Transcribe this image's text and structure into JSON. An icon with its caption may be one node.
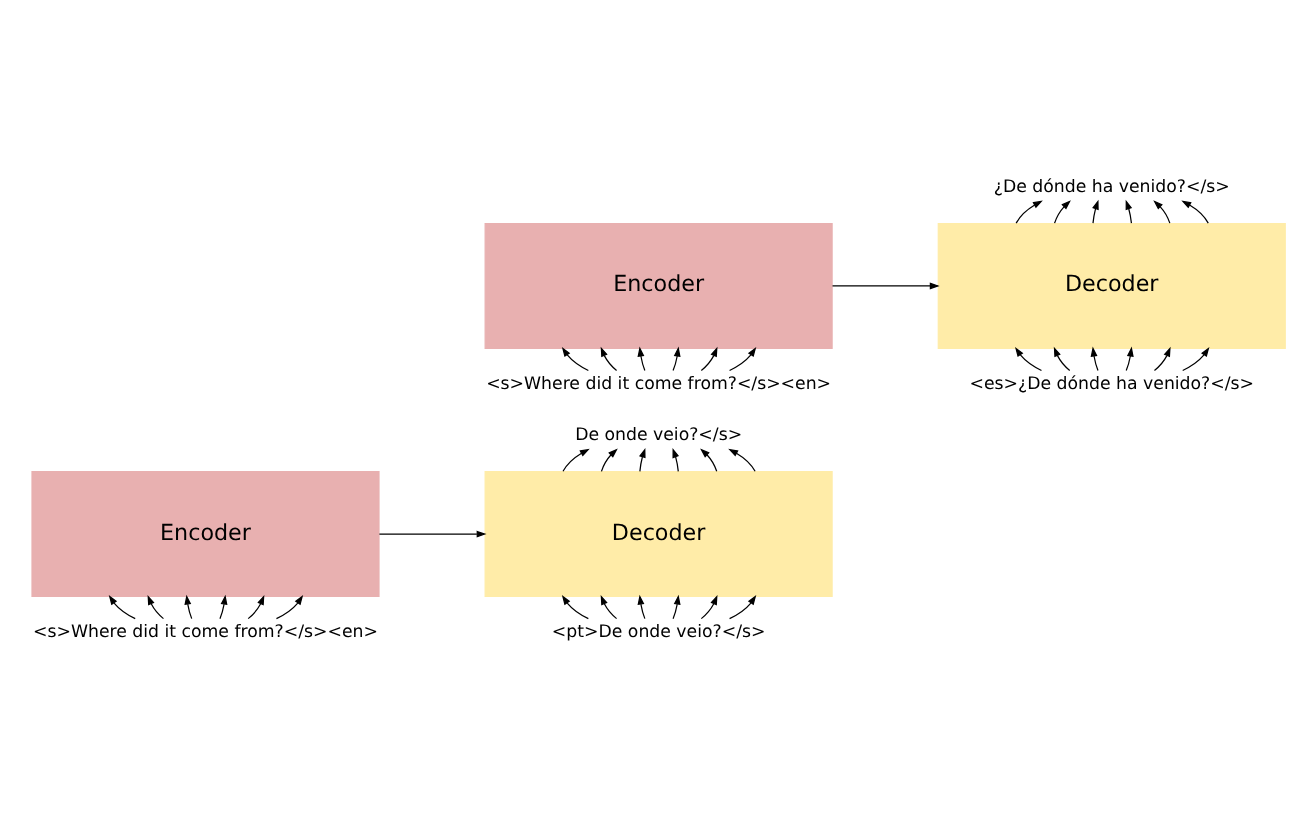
{
  "diagram": {
    "nodes": [
      {
        "text": [
          "Encoder"
        ]
      },
      {
        "text": [
          "Decoder"
        ]
      },
      {
        "text": [
          "<s>Where did it come from?</s><en>"
        ]
      },
      {
        "text": [
          "<es>¿De dónde ha venido?</s>"
        ]
      },
      {
        "text": [
          "¿De dónde ha venido?</s>"
        ]
      },
      {
        "text": [
          "Encoder"
        ]
      },
      {
        "text": [
          "Decoder"
        ]
      },
      {
        "text": [
          "<s>Where did it come from?</s><en>"
        ]
      },
      {
        "text": [
          "<pt>De onde veio?</s>"
        ]
      },
      {
        "text": [
          "De onde veio?</s>"
        ]
      }
    ],
    "edges": [
      {
        "from": 0,
        "to": 1,
        "arrow": "to"
      },
      {
        "from": 2,
        "to": 0,
        "arrow": "to"
      },
      {
        "from": 2,
        "to": 0,
        "arrow": "to"
      },
      {
        "from": 2,
        "to": 0,
        "arrow": "to"
      },
      {
        "from": 2,
        "to": 0,
        "arrow": "to"
      },
      {
        "from": 2,
        "to": 0,
        "arrow": "to"
      },
      {
        "from": 2,
        "to": 0,
        "arrow": "to"
      },
      {
        "from": 3,
        "to": 1,
        "arrow": "to"
      },
      {
        "from": 3,
        "to": 1,
        "arrow": "to"
      },
      {
        "from": 3,
        "to": 1,
        "arrow": "to"
      },
      {
        "from": 3,
        "to": 1,
        "arrow": "to"
      },
      {
        "from": 3,
        "to": 1,
        "arrow": "to"
      },
      {
        "from": 3,
        "to": 1,
        "arrow": "to"
      },
      {
        "from": 1,
        "to": 4,
        "arrow": "to"
      },
      {
        "from": 1,
        "to": 4,
        "arrow": "to"
      },
      {
        "from": 1,
        "to": 4,
        "arrow": "to"
      },
      {
        "from": 1,
        "to": 4,
        "arrow": "to"
      },
      {
        "from": 1,
        "to": 4,
        "arrow": "to"
      },
      {
        "from": 1,
        "to": 4,
        "arrow": "to"
      },
      {
        "from": 5,
        "to": 6,
        "arrow": "to"
      },
      {
        "from": 7,
        "to": 5,
        "arrow": "to"
      },
      {
        "from": 7,
        "to": 5,
        "arrow": "to"
      },
      {
        "from": 7,
        "to": 5,
        "arrow": "to"
      },
      {
        "from": 7,
        "to": 5,
        "arrow": "to"
      },
      {
        "from": 7,
        "to": 5,
        "arrow": "to"
      },
      {
        "from": 7,
        "to": 5,
        "arrow": "to"
      },
      {
        "from": 8,
        "to": 6,
        "arrow": "to"
      },
      {
        "from": 8,
        "to": 6,
        "arrow": "to"
      },
      {
        "from": 8,
        "to": 6,
        "arrow": "to"
      },
      {
        "from": 8,
        "to": 6,
        "arrow": "to"
      },
      {
        "from": 8,
        "to": 6,
        "arrow": "to"
      },
      {
        "from": 8,
        "to": 6,
        "arrow": "to"
      },
      {
        "from": 6,
        "to": 9,
        "arrow": "to"
      },
      {
        "from": 6,
        "to": 9,
        "arrow": "to"
      },
      {
        "from": 6,
        "to": 9,
        "arrow": "to"
      },
      {
        "from": 6,
        "to": 9,
        "arrow": "to"
      },
      {
        "from": 6,
        "to": 9,
        "arrow": "to"
      },
      {
        "from": 6,
        "to": 9,
        "arrow": "to"
      }
    ]
  }
}
